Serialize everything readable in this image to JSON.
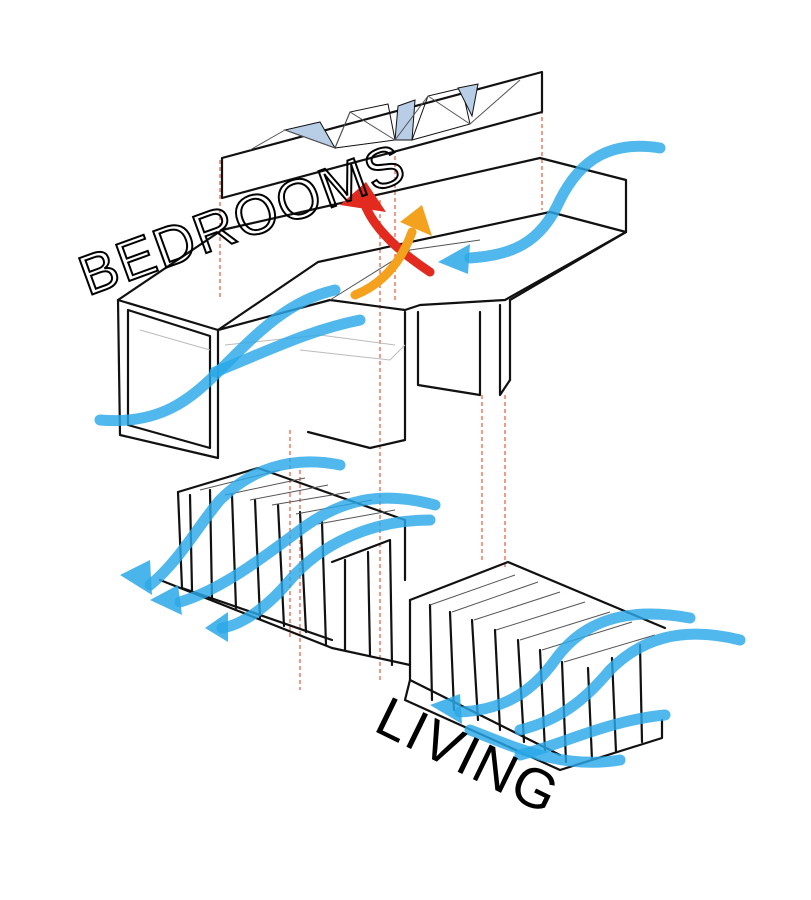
{
  "labels": {
    "upper_volume": "BEDROOMS",
    "lower_volume": "LIVING"
  },
  "colors": {
    "airflow": "#2aa8e8",
    "warm_air_red": "#e32a1e",
    "warm_air_orange": "#f4a21d",
    "projection_lines": "#e8462a",
    "roof_glazing": "#b8cde6",
    "outline": "#111111"
  },
  "icons": [
    "airflow-arrow",
    "warm-air-arrow",
    "projection-line"
  ]
}
